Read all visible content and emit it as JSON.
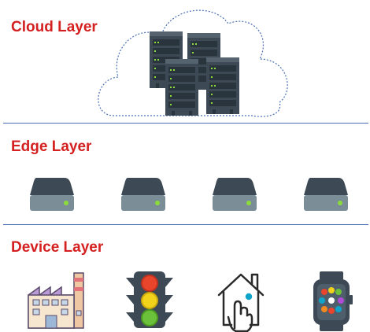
{
  "layers": {
    "cloud": {
      "title": "Cloud Layer",
      "icon": "server-rack-icon"
    },
    "edge": {
      "title": "Edge Layer",
      "icon": "edge-node-icon"
    },
    "device": {
      "title": "Device Layer"
    }
  },
  "devices": [
    "factory-icon",
    "traffic-light-icon",
    "smart-home-icon",
    "smartwatch-icon"
  ],
  "colors": {
    "title_red": "#d42020",
    "divider_blue": "#4a6fb5",
    "server_dark": "#3d4a55",
    "led_green": "#8bdc3c"
  }
}
